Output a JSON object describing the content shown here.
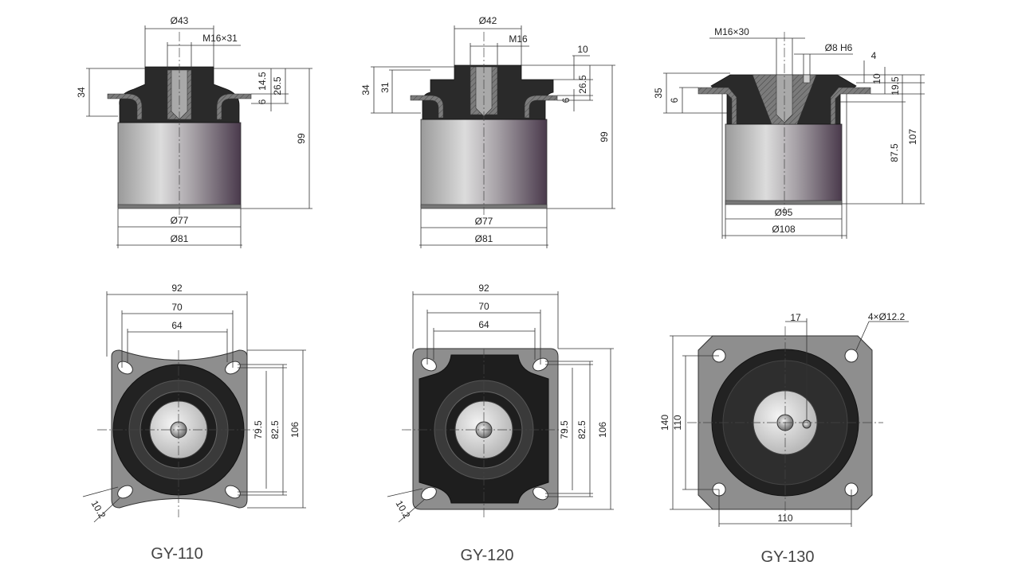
{
  "drawing": {
    "colors": {
      "rubber": "#2a2a2a",
      "steel": "#8e8e8e",
      "line": "#333333",
      "background": "#ffffff"
    },
    "models": [
      {
        "name": "GY-110",
        "side": {
          "top_dia": "Ø43",
          "thread": "M16×31",
          "h1": "14.5",
          "h2": "26.5",
          "h3": "6",
          "h_left": "34",
          "h_total": "99",
          "d_inner": "Ø77",
          "d_outer": "Ø81"
        },
        "plan": {
          "w1": "92",
          "w2": "70",
          "w3": "64",
          "v1": "79.5",
          "v2": "82.5",
          "v3": "106",
          "hole": "10.2"
        }
      },
      {
        "name": "GY-120",
        "side": {
          "top_dia": "Ø42",
          "thread": "M16",
          "h0": "10",
          "h1": "26.5",
          "h3": "6",
          "h_left1": "34",
          "h_left2": "31",
          "h_total": "99",
          "d_inner": "Ø77",
          "d_outer": "Ø81"
        },
        "plan": {
          "w1": "92",
          "w2": "70",
          "w3": "64",
          "v1": "79.5",
          "v2": "82.5",
          "v3": "106",
          "hole": "10.2"
        }
      },
      {
        "name": "GY-130",
        "side": {
          "thread": "M16×30",
          "pin": "Ø8 H6",
          "h0": "4",
          "h1": "10",
          "h2": "19.5",
          "h_left1": "35",
          "h_left2": "6",
          "h_mid": "87.5",
          "h_total": "107",
          "d_inner": "Ø95",
          "d_outer": "Ø108"
        },
        "plan": {
          "w1": "17",
          "holes": "4×Ø12.2",
          "v1": "140",
          "v2": "110",
          "w_bottom": "110"
        }
      }
    ]
  }
}
